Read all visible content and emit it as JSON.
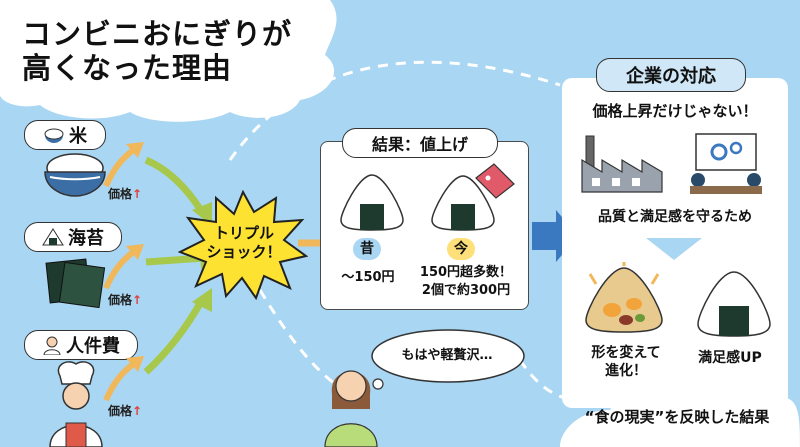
{
  "title_line1": "コンビニおにぎりが",
  "title_line2": "高くなった理由",
  "causes": [
    {
      "label": "米",
      "price_note": "価格",
      "icon": "rice-bowl-icon"
    },
    {
      "label": "海苔",
      "price_note": "価格",
      "icon": "seaweed-icon"
    },
    {
      "label": "人件費",
      "price_note": "価格",
      "icon": "chef-icon"
    }
  ],
  "up_arrow": "↑",
  "shock_line1": "トリプル",
  "shock_line2": "ショック！",
  "result": {
    "title": "結果：値上げ",
    "past_label": "昔",
    "past_price": "〜150円",
    "now_label": "今",
    "now_price_line1": "150円超多数！",
    "now_price_line2": "2個で約300円"
  },
  "thought_bubble": "もはや軽贅沢…",
  "company": {
    "title": "企業の対応",
    "subtitle": "価格上昇だけじゃない！",
    "protect": "品質と満足感を守るため",
    "evolve_line1": "形を変えて",
    "evolve_line2": "進化！",
    "satisfaction": "満足感UP",
    "footer": "“食の現実”を反映した結果"
  },
  "colors": {
    "background": "#a9d6f2",
    "arrow_green": "#a7c84a",
    "arrow_orange": "#f0b85a",
    "shock_yellow": "#fde232",
    "big_arrow": "#3a78c0",
    "up_red": "#e0403a"
  }
}
